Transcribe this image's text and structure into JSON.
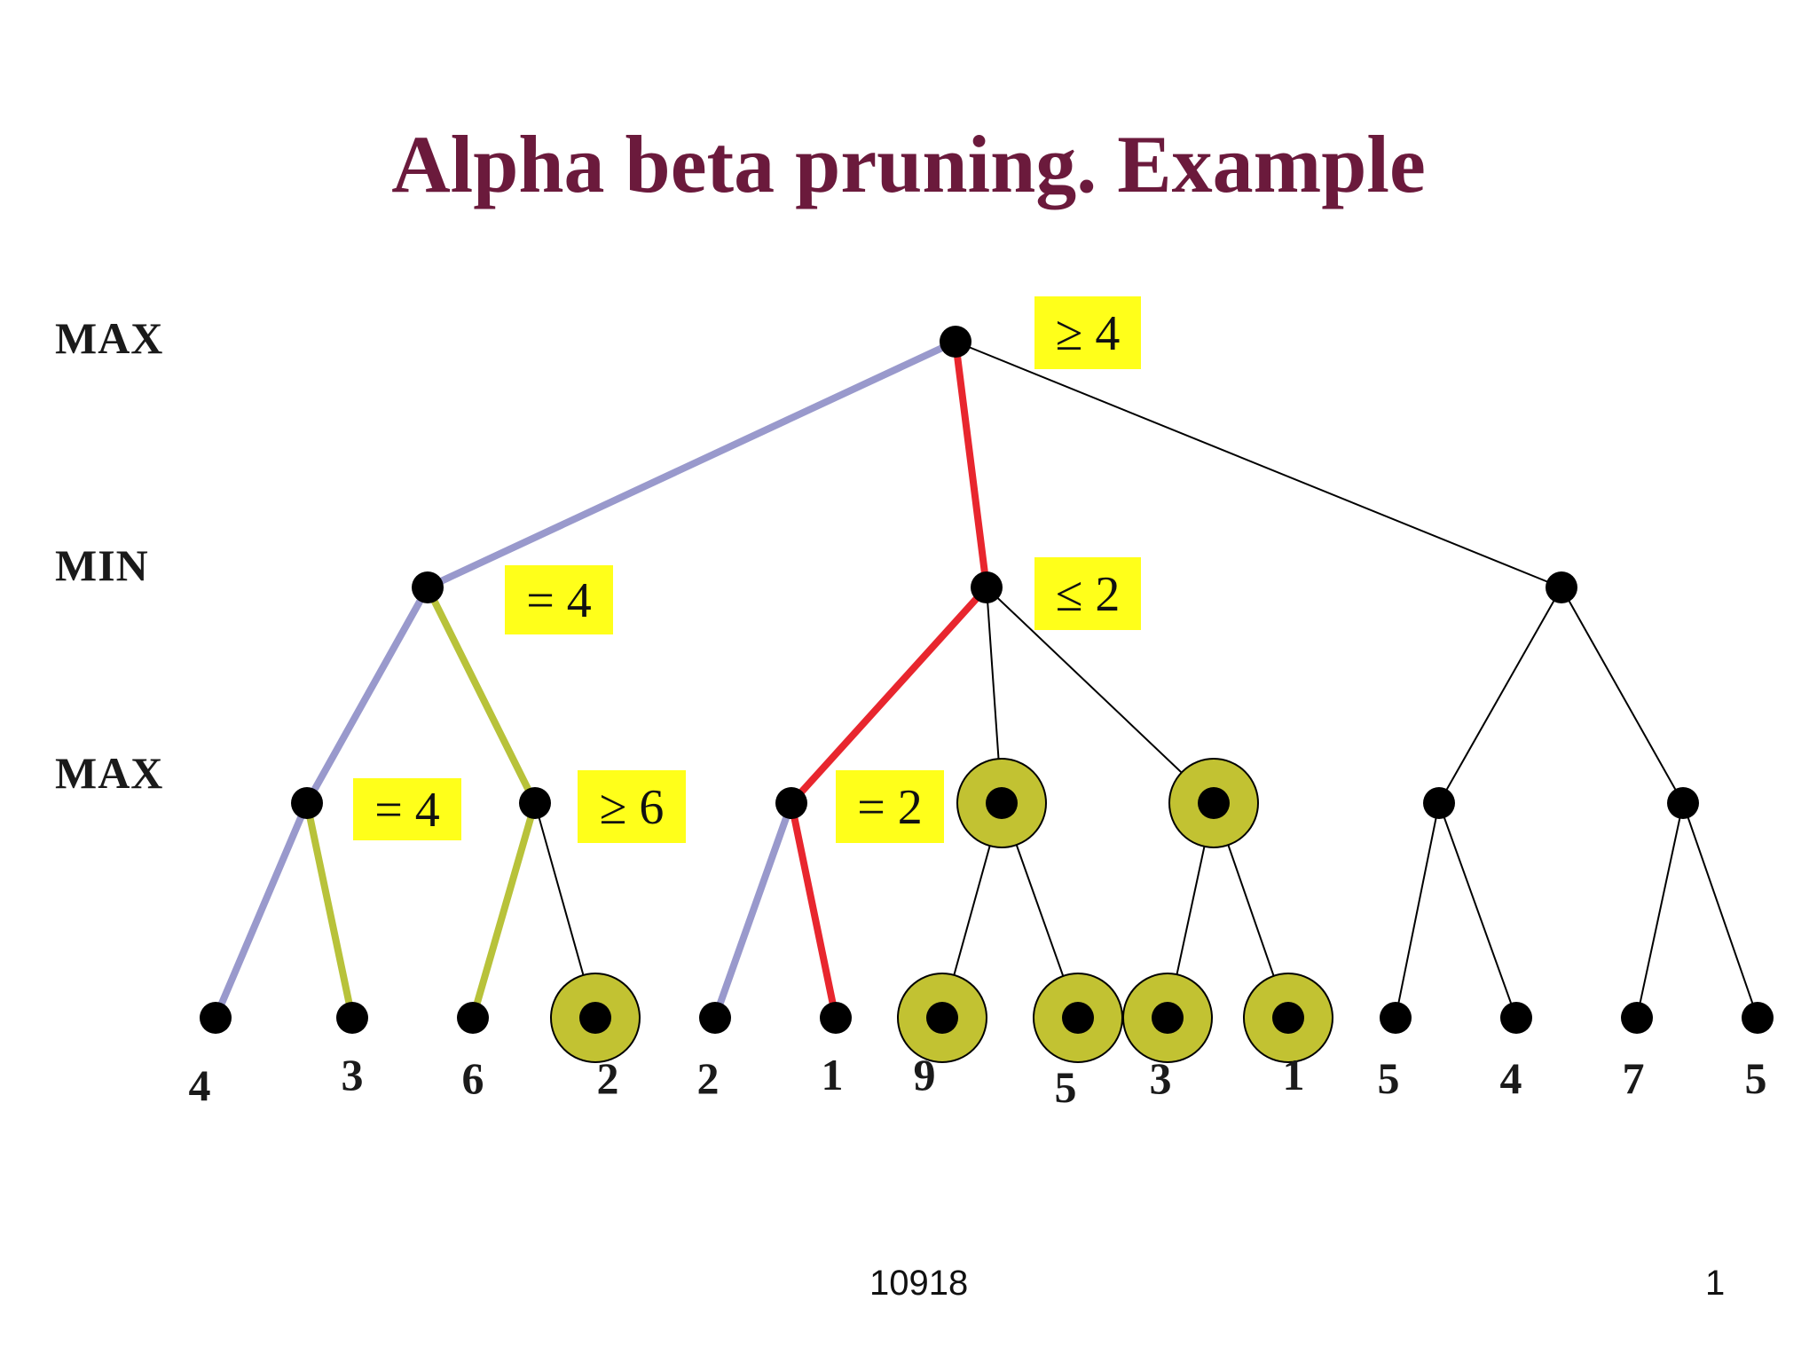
{
  "slide": {
    "title": "Alpha beta pruning. Example",
    "levels": [
      "MAX",
      "MIN",
      "MAX"
    ],
    "footer": {
      "center": "10918",
      "page": "1"
    }
  },
  "colors": {
    "title": "#6b1a3c",
    "annotation_box": "#ffff1a",
    "principal_path": "#e8262e",
    "explored_edge": "#9999cc",
    "chosen_edge": "#b8c23a",
    "pruned_halo": "#c2c232",
    "node": "#000000"
  },
  "tree": {
    "annotations": [
      {
        "node": "root",
        "text": "≥ 4"
      },
      {
        "node": "min1",
        "text": "= 4"
      },
      {
        "node": "min2",
        "text": "≤ 2"
      },
      {
        "node": "max1",
        "text": "= 4"
      },
      {
        "node": "max2",
        "text": "≥ 6"
      },
      {
        "node": "max3",
        "text": "= 2"
      }
    ],
    "leaves": [
      {
        "id": "l1",
        "value": "4",
        "pruned": false
      },
      {
        "id": "l2",
        "value": "3",
        "pruned": false
      },
      {
        "id": "l3",
        "value": "6",
        "pruned": false
      },
      {
        "id": "l4",
        "value": "2",
        "pruned": true
      },
      {
        "id": "l5",
        "value": "2",
        "pruned": false
      },
      {
        "id": "l6",
        "value": "1",
        "pruned": false
      },
      {
        "id": "l7",
        "value": "9",
        "pruned": true
      },
      {
        "id": "l8",
        "value": "5",
        "pruned": true
      },
      {
        "id": "l9",
        "value": "3",
        "pruned": true
      },
      {
        "id": "l10",
        "value": "1",
        "pruned": true
      },
      {
        "id": "l11",
        "value": "5",
        "pruned": false
      },
      {
        "id": "l12",
        "value": "4",
        "pruned": false
      },
      {
        "id": "l13",
        "value": "7",
        "pruned": false
      },
      {
        "id": "l14",
        "value": "5",
        "pruned": false
      }
    ],
    "pruned_internal": [
      "max4",
      "max5"
    ],
    "edges": [
      {
        "from": "root",
        "to": "min1",
        "style": "explored"
      },
      {
        "from": "root",
        "to": "min2",
        "style": "principal"
      },
      {
        "from": "root",
        "to": "min3",
        "style": "plain"
      },
      {
        "from": "min1",
        "to": "max1",
        "style": "explored"
      },
      {
        "from": "min1",
        "to": "max2",
        "style": "chosen"
      },
      {
        "from": "min2",
        "to": "max3",
        "style": "principal"
      },
      {
        "from": "min2",
        "to": "max4",
        "style": "plain"
      },
      {
        "from": "min2",
        "to": "max5",
        "style": "plain"
      },
      {
        "from": "min3",
        "to": "max6",
        "style": "plain"
      },
      {
        "from": "min3",
        "to": "max7",
        "style": "plain"
      },
      {
        "from": "max1",
        "to": "l1",
        "style": "explored"
      },
      {
        "from": "max1",
        "to": "l2",
        "style": "chosen"
      },
      {
        "from": "max2",
        "to": "l3",
        "style": "chosen"
      },
      {
        "from": "max2",
        "to": "l4",
        "style": "plain"
      },
      {
        "from": "max3",
        "to": "l5",
        "style": "explored"
      },
      {
        "from": "max3",
        "to": "l6",
        "style": "principal"
      },
      {
        "from": "max4",
        "to": "l7",
        "style": "plain"
      },
      {
        "from": "max4",
        "to": "l8",
        "style": "plain"
      },
      {
        "from": "max5",
        "to": "l9",
        "style": "plain"
      },
      {
        "from": "max5",
        "to": "l10",
        "style": "plain"
      },
      {
        "from": "max6",
        "to": "l11",
        "style": "plain"
      },
      {
        "from": "max6",
        "to": "l12",
        "style": "plain"
      },
      {
        "from": "max7",
        "to": "l13",
        "style": "plain"
      },
      {
        "from": "max7",
        "to": "l14",
        "style": "plain"
      }
    ]
  }
}
